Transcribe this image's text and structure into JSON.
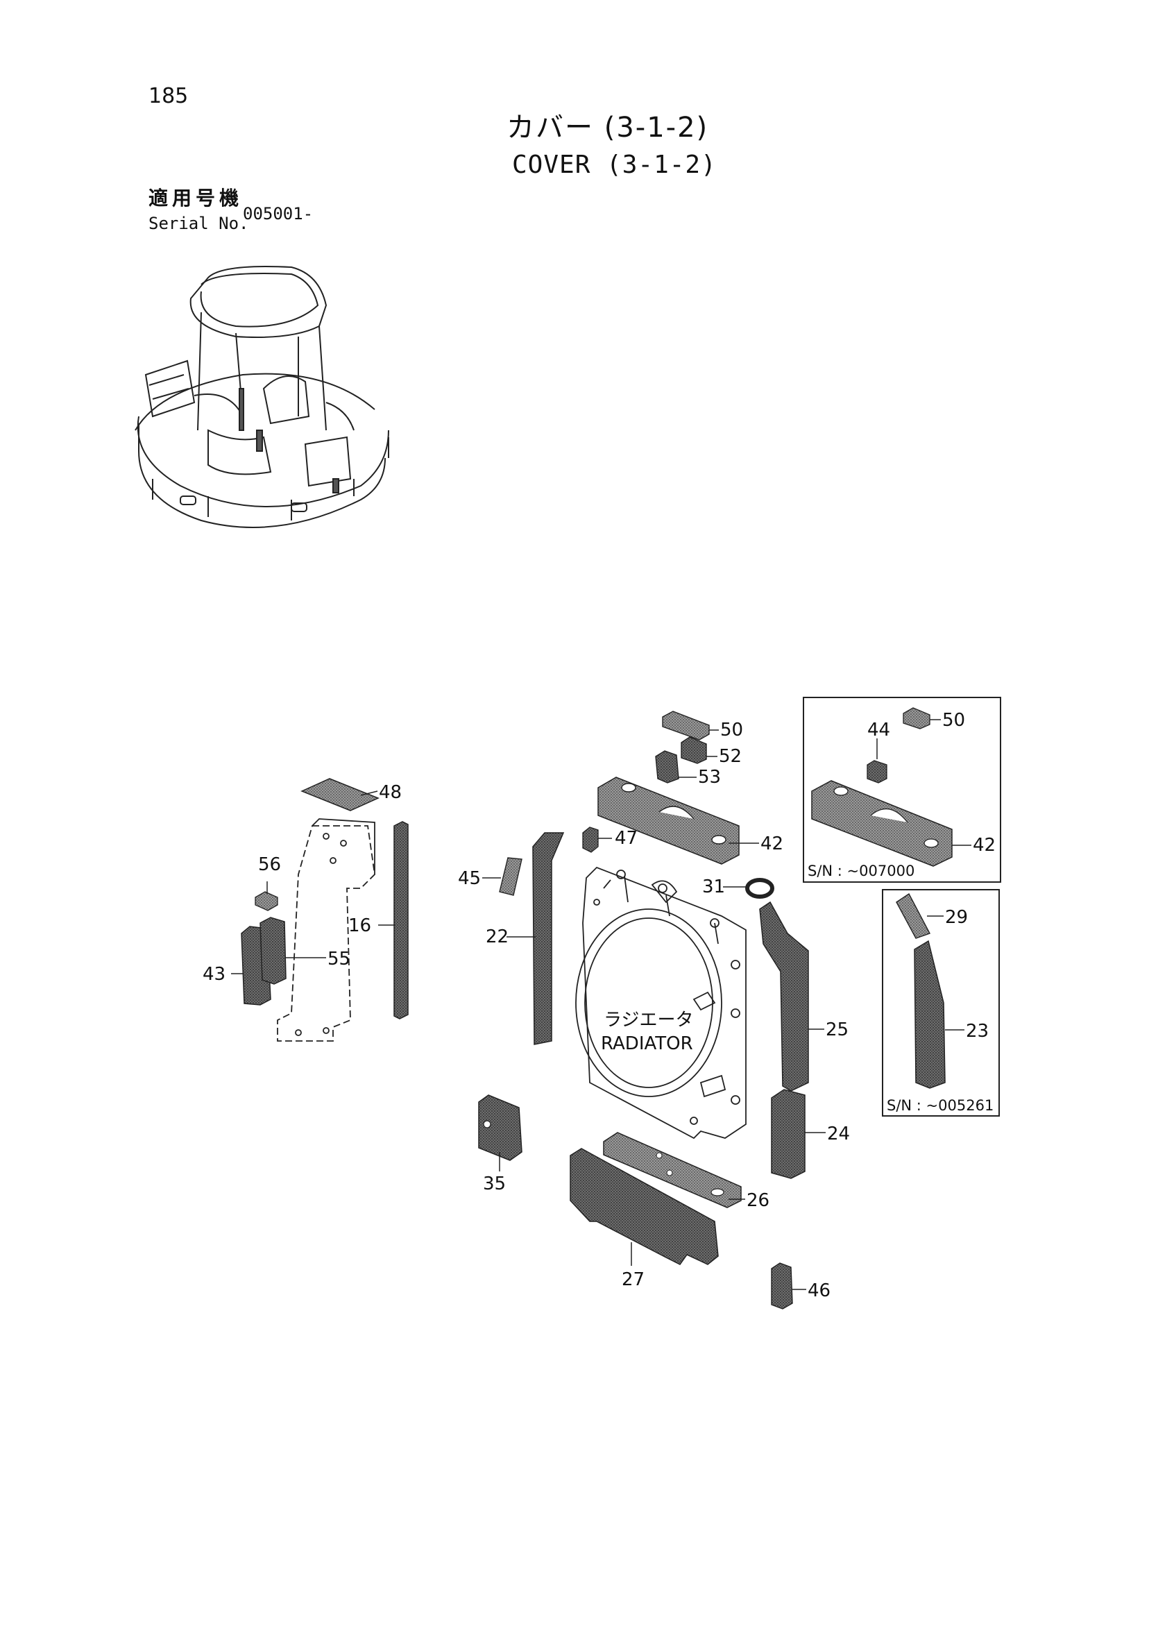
{
  "header": {
    "page_number": "185",
    "title_jp": "カバー (3-1-2)",
    "title_en": "COVER (3-1-2)",
    "applicable_jp": "適用号機",
    "serial_label": "Serial No.",
    "serial_value": "005001-"
  },
  "diagram": {
    "radiator_label_jp": "ラジエータ",
    "radiator_label_en": "RADIATOR",
    "callouts": {
      "c16": "16",
      "c22": "22",
      "c23": "23",
      "c24": "24",
      "c25": "25",
      "c26": "26",
      "c27": "27",
      "c29": "29",
      "c31": "31",
      "c35": "35",
      "c42": "42",
      "c42b": "42",
      "c43": "43",
      "c44": "44",
      "c45": "45",
      "c46": "46",
      "c47": "47",
      "c48": "48",
      "c50": "50",
      "c50b": "50",
      "c52": "52",
      "c53": "53",
      "c55": "55",
      "c56": "56"
    },
    "insets": {
      "inset1_caption": "S/N : ~007000",
      "inset2_caption": "S/N : ~005261"
    }
  }
}
